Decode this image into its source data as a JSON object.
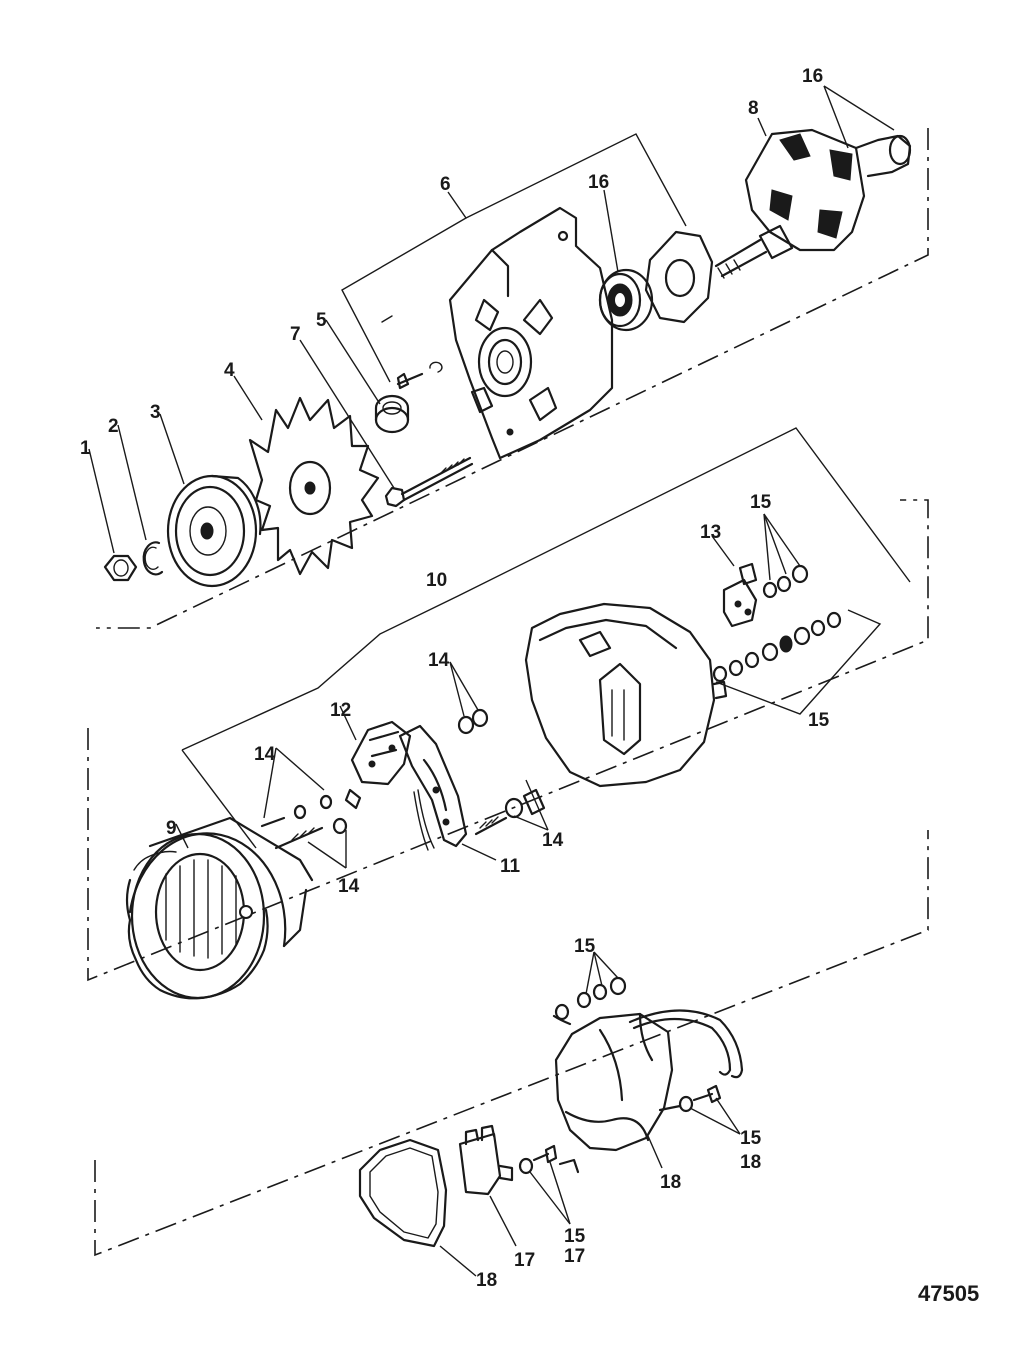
{
  "figure_number": "47505",
  "callouts": {
    "c1": "1",
    "c2": "2",
    "c3": "3",
    "c4": "4",
    "c5": "5",
    "c6": "6",
    "c7": "7",
    "c8": "8",
    "c9": "9",
    "c10": "10",
    "c11": "11",
    "c12": "12",
    "c13": "13",
    "c14a": "14",
    "c14b": "14",
    "c14c": "14",
    "c14d": "14",
    "c15a": "15",
    "c15b": "15",
    "c15c": "15",
    "c15d": "15",
    "c15e": "15",
    "c16a": "16",
    "c16b": "16",
    "c17a": "17",
    "c17b": "17",
    "c18a": "18",
    "c18b": "18",
    "c18c": "18"
  }
}
